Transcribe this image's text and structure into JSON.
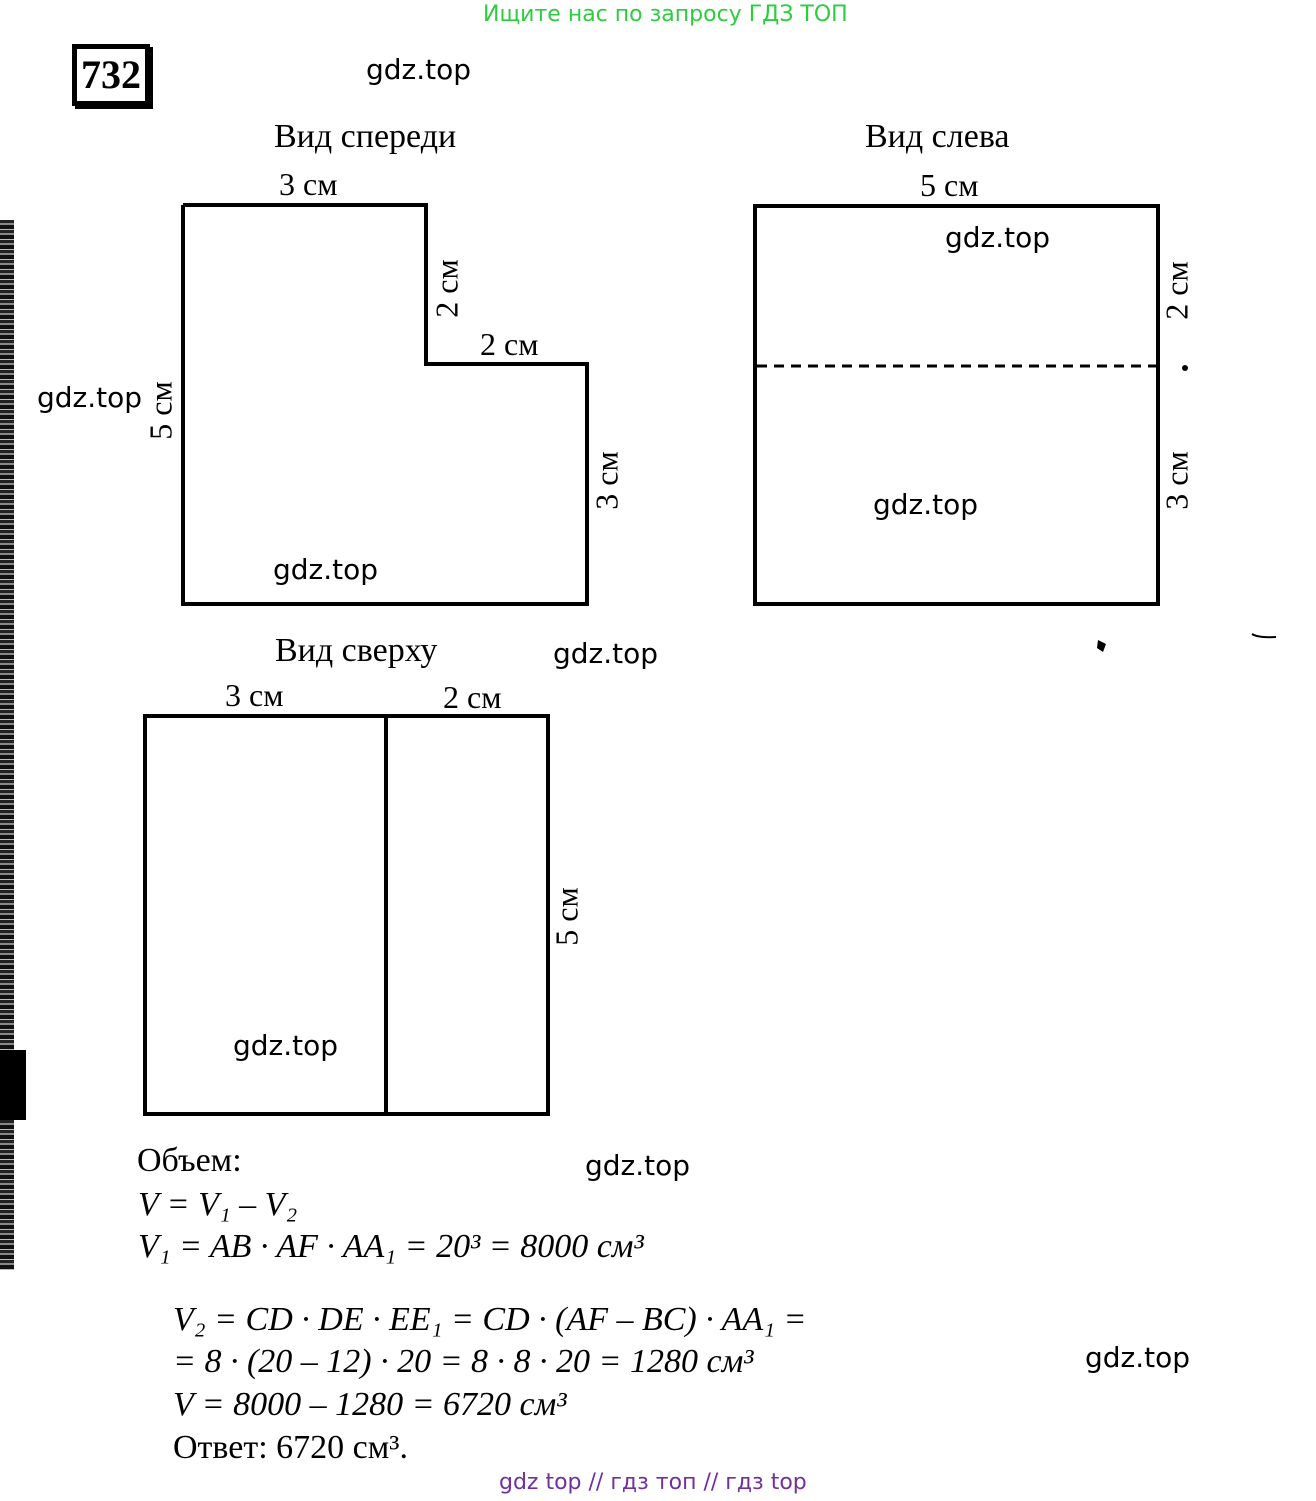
{
  "banner": "Ищите нас по запросу ГДЗ ТОП",
  "problem_number": "732",
  "watermark": "gdz.top",
  "front_view": {
    "title": "Вид спереди",
    "top_label": "3 см",
    "step_vertical_label": "2 см",
    "step_horizontal_label": "2 см",
    "left_label": "5 см",
    "right_label": "3 см"
  },
  "left_view": {
    "title": "Вид слева",
    "top_label": "5 см",
    "upper_right_label": "2 см",
    "lower_right_label": "3 см"
  },
  "top_view": {
    "title": "Вид сверху",
    "left_top_label": "3 см",
    "right_top_label": "2 см",
    "right_label": "5 см"
  },
  "solution": {
    "heading": "Объем:",
    "line1": "V = V₁ – V₂",
    "line2": "V₁ = AB · AF · AA₁ = 20³ = 8000 см³",
    "line3": "V₂ = CD · DE · EE₁ = CD · (AF – BC) · AA₁ =",
    "line4": "= 8 · (20 – 12) · 20 = 8 · 8 · 20 = 1280 см³",
    "line5": "V = 8000 – 1280 = 6720 см³",
    "answer": "Ответ: 6720 см³."
  },
  "footer": "gdz top  //  гдз топ  //  гдз top"
}
